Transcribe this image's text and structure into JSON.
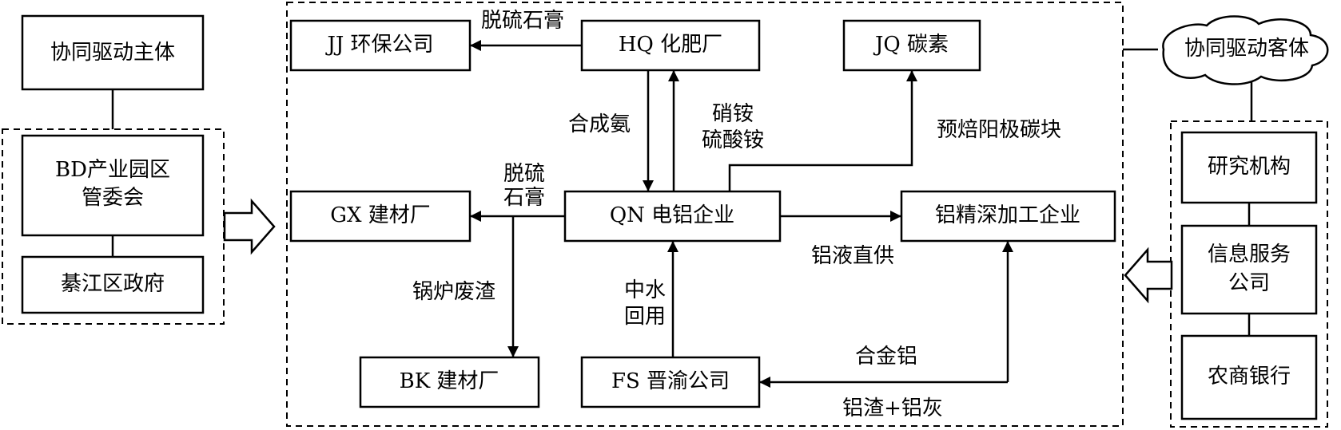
{
  "subject": {
    "title": "协同驱动主体",
    "members": [
      "BD产业园区",
      "管委会",
      "綦江区政府"
    ]
  },
  "object": {
    "title": "协同驱动客体",
    "members": [
      "研究机构",
      "信息服务",
      "公司",
      "农商银行"
    ]
  },
  "nodes": {
    "jj": "JJ 环保公司",
    "hq": "HQ 化肥厂",
    "jq": "JQ 碳素",
    "gx": "GX 建材厂",
    "qn": "QN 电铝企业",
    "lu": "铝精深加工企业",
    "bk": "BK 建材厂",
    "fs": "FS 晋渝公司"
  },
  "edges": {
    "hq_jj": "脱硫石膏",
    "qn_hq": "合成氨",
    "hq_qn_1": "硝铵",
    "hq_qn_2": "硫酸铵",
    "qn_jq": "预焙阳极碳块",
    "qn_gx_1": "脱硫",
    "qn_gx_2": "石膏",
    "qn_lu": "铝液直供",
    "qn_bk": "锅炉废渣",
    "fs_qn_1": "中水",
    "fs_qn_2": "回用",
    "lu_fs": "合金铝",
    "fs_lu": "铝渣+铝灰"
  }
}
